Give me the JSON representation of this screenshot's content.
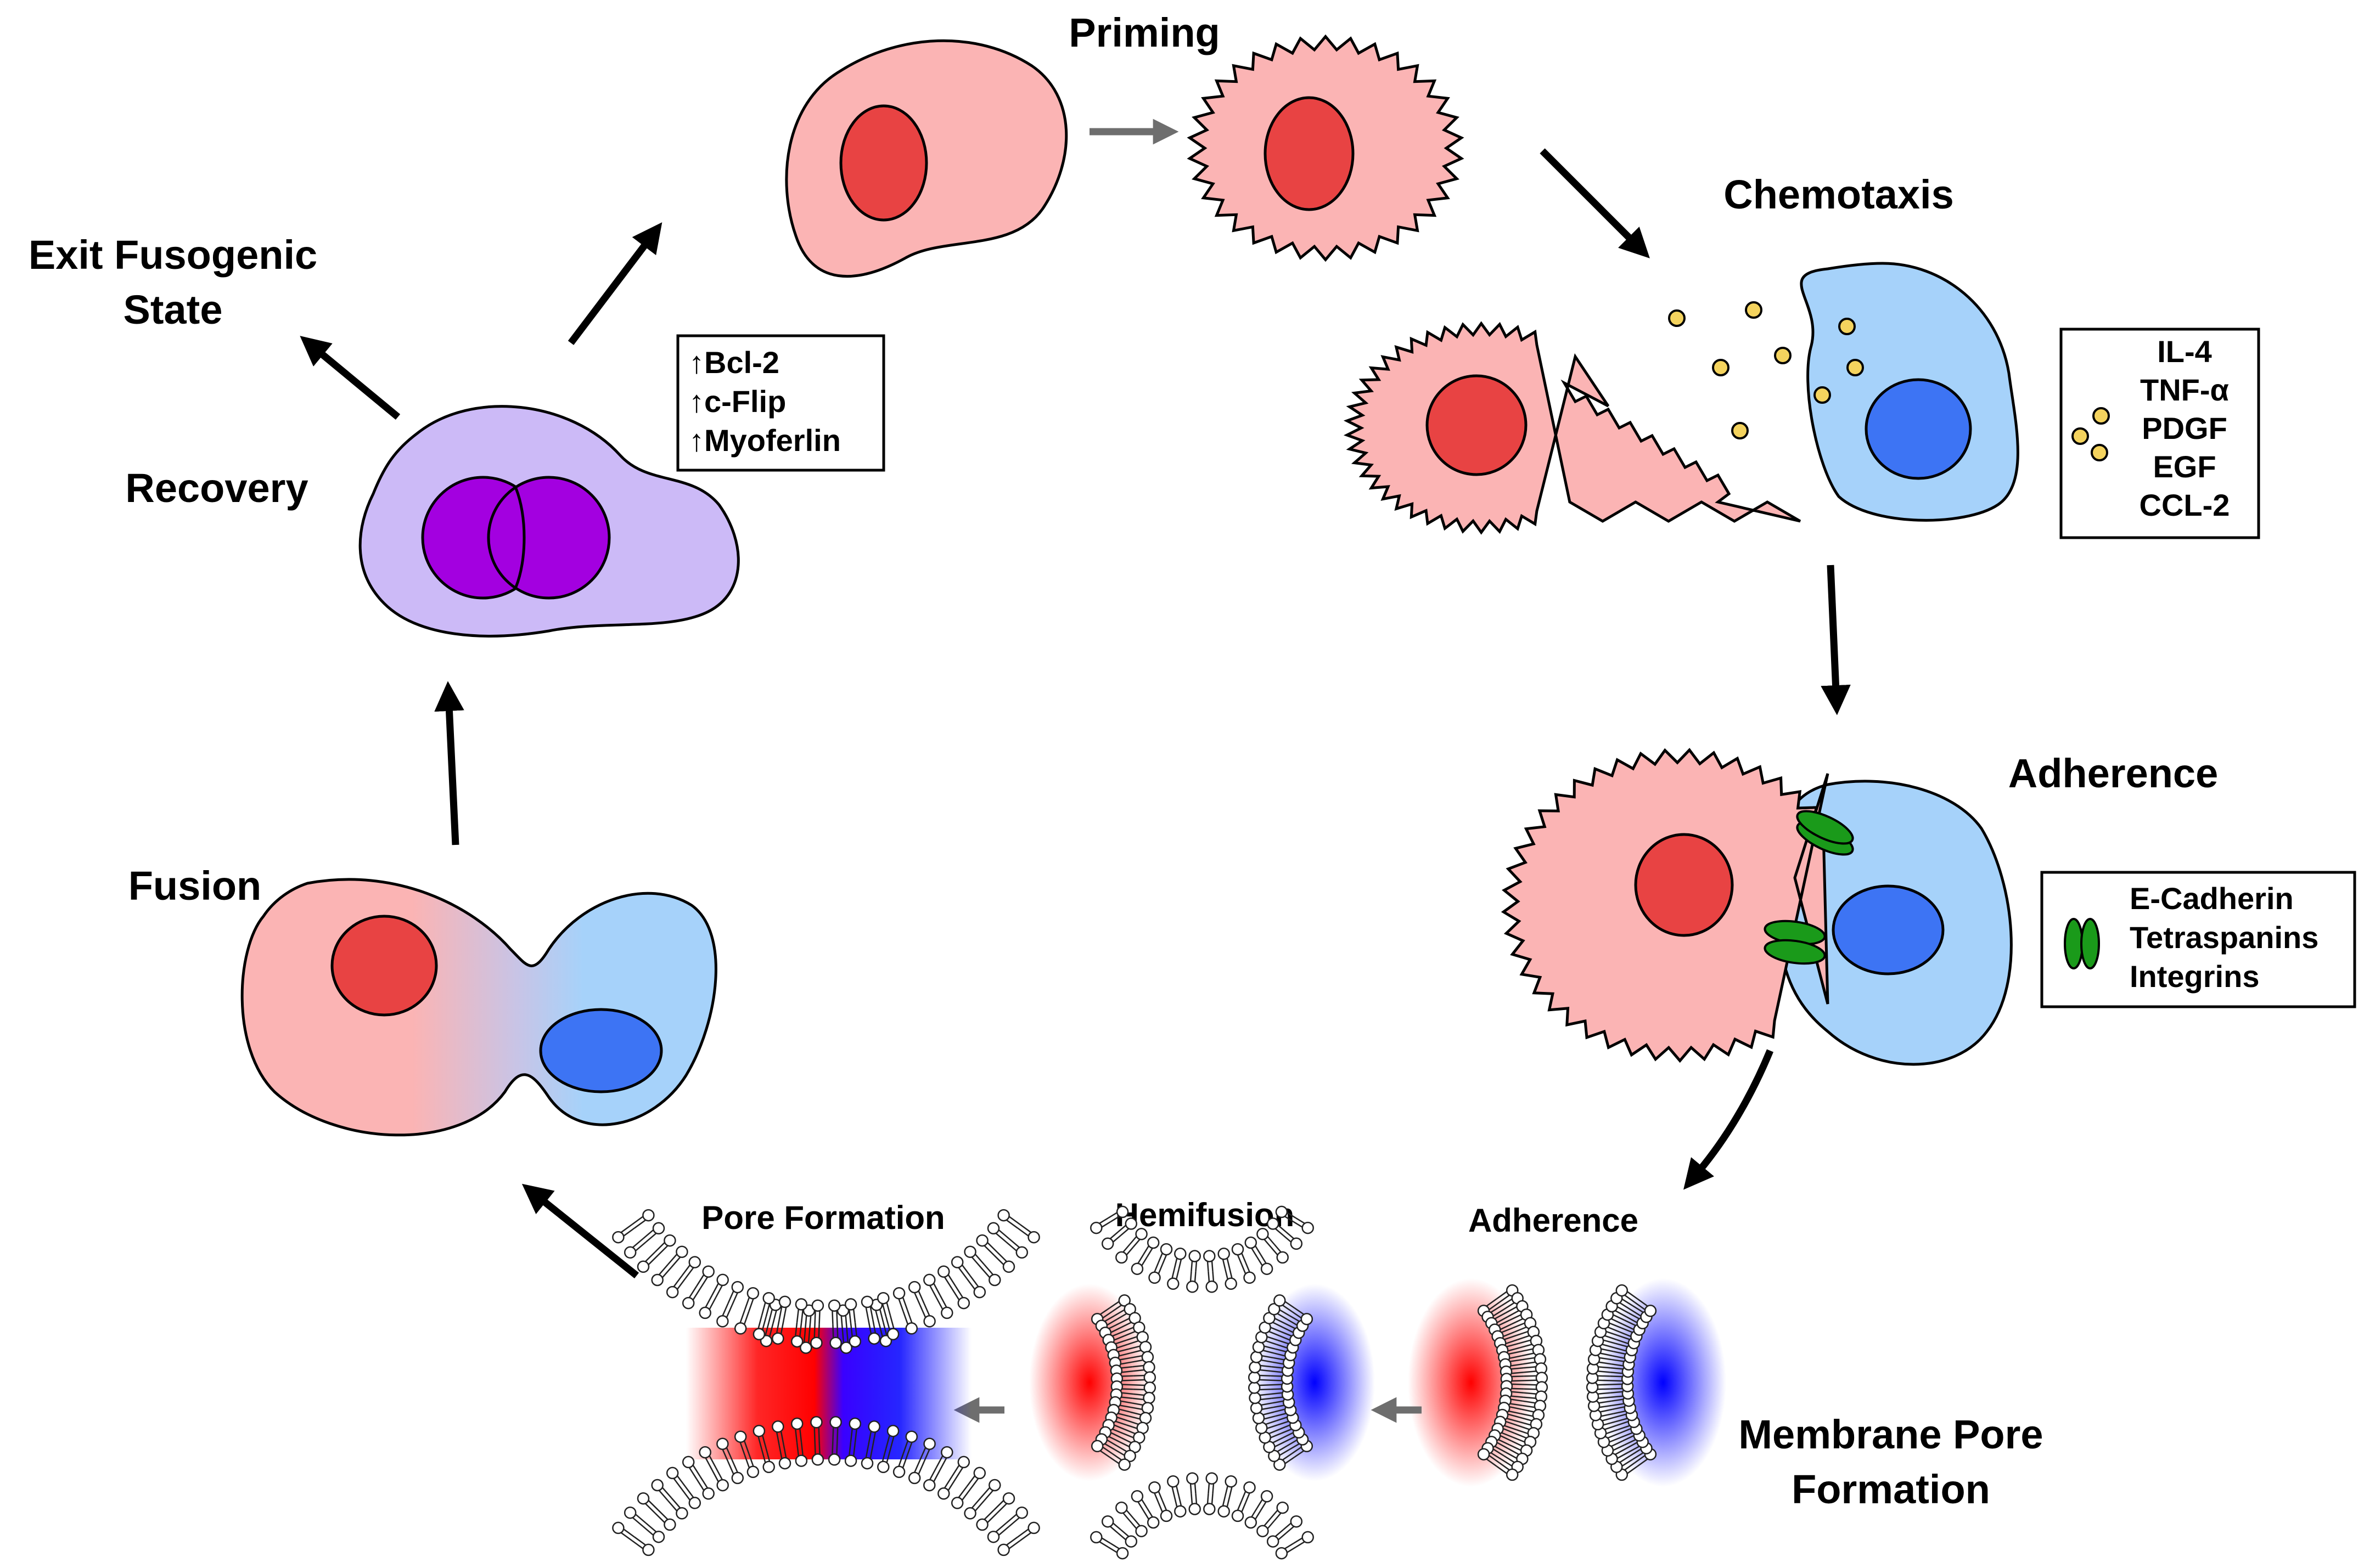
{
  "stages": {
    "priming": "Priming",
    "chemotaxis": "Chemotaxis",
    "adherence": "Adherence",
    "membrane_pore_formation_line1": "Membrane Pore",
    "membrane_pore_formation_line2": "Formation",
    "fusion": "Fusion",
    "recovery": "Recovery",
    "exit_line1": "Exit Fusogenic",
    "exit_line2": "State"
  },
  "membrane_steps": {
    "adherence": "Adherence",
    "hemifusion": "Hemifusion",
    "pore_formation": "Pore Formation"
  },
  "chemokines": [
    "IL-4",
    "TNF-α",
    "PDGF",
    "EGF",
    "CCL-2"
  ],
  "adhesion_molecules": [
    "E-Cadherin",
    "Tetraspanins",
    "Integrins"
  ],
  "recovery_markers": [
    "↑Bcl-2",
    "↑c-Flip",
    "↑Myoferlin"
  ],
  "colors": {
    "macrophage_fill": "#fbb4b4",
    "macrophage_nucleus": "#e84343",
    "target_fill": "#a6d2fa",
    "target_nucleus": "#3d74f4",
    "fused_fill": "#ccbaf7",
    "fused_nucleus": "#a300e0",
    "chemokine_dot": "#f4d35e",
    "adhesion_molecule": "#1a9a1a",
    "red_gradient": "#ff0000",
    "blue_gradient": "#0000ff",
    "gray_arrow": "#6e6e6e"
  }
}
